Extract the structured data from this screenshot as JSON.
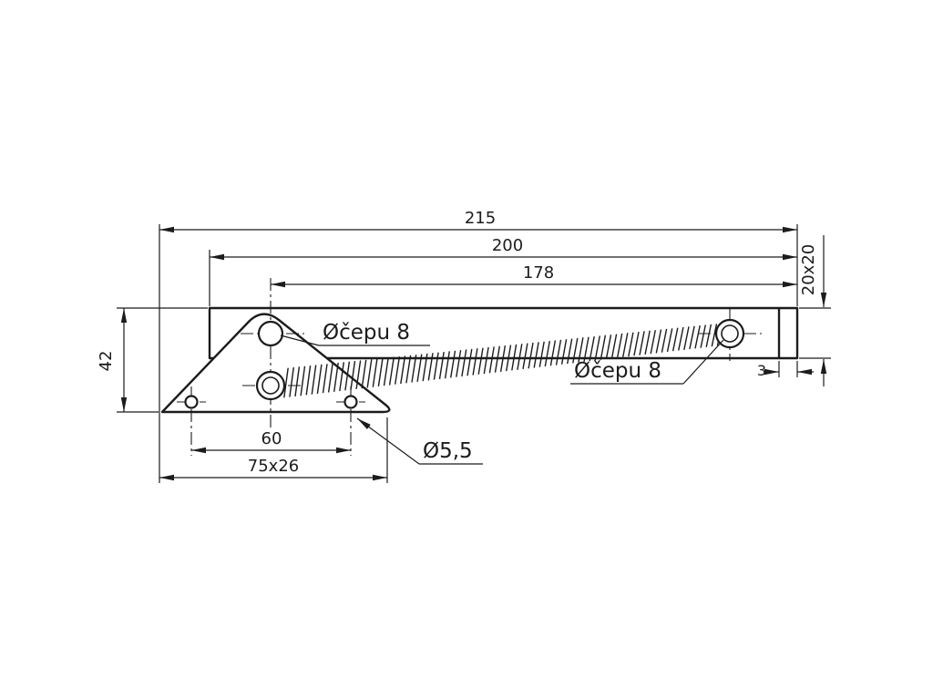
{
  "drawing": {
    "dimensions": {
      "overall_length": "215",
      "tube_length": "200",
      "pin_distance": "178",
      "tube_section": "20x20",
      "plate_height": "42",
      "hole_spacing": "60",
      "plate_size": "75x26",
      "end_offset": "3"
    },
    "labels": {
      "pin_top": "Øčepu 8",
      "pin_right": "Øčepu 8",
      "hole_diameter": "Ø5,5"
    },
    "colors": {
      "line": "#1c1c1c",
      "background": "#ffffff"
    }
  }
}
